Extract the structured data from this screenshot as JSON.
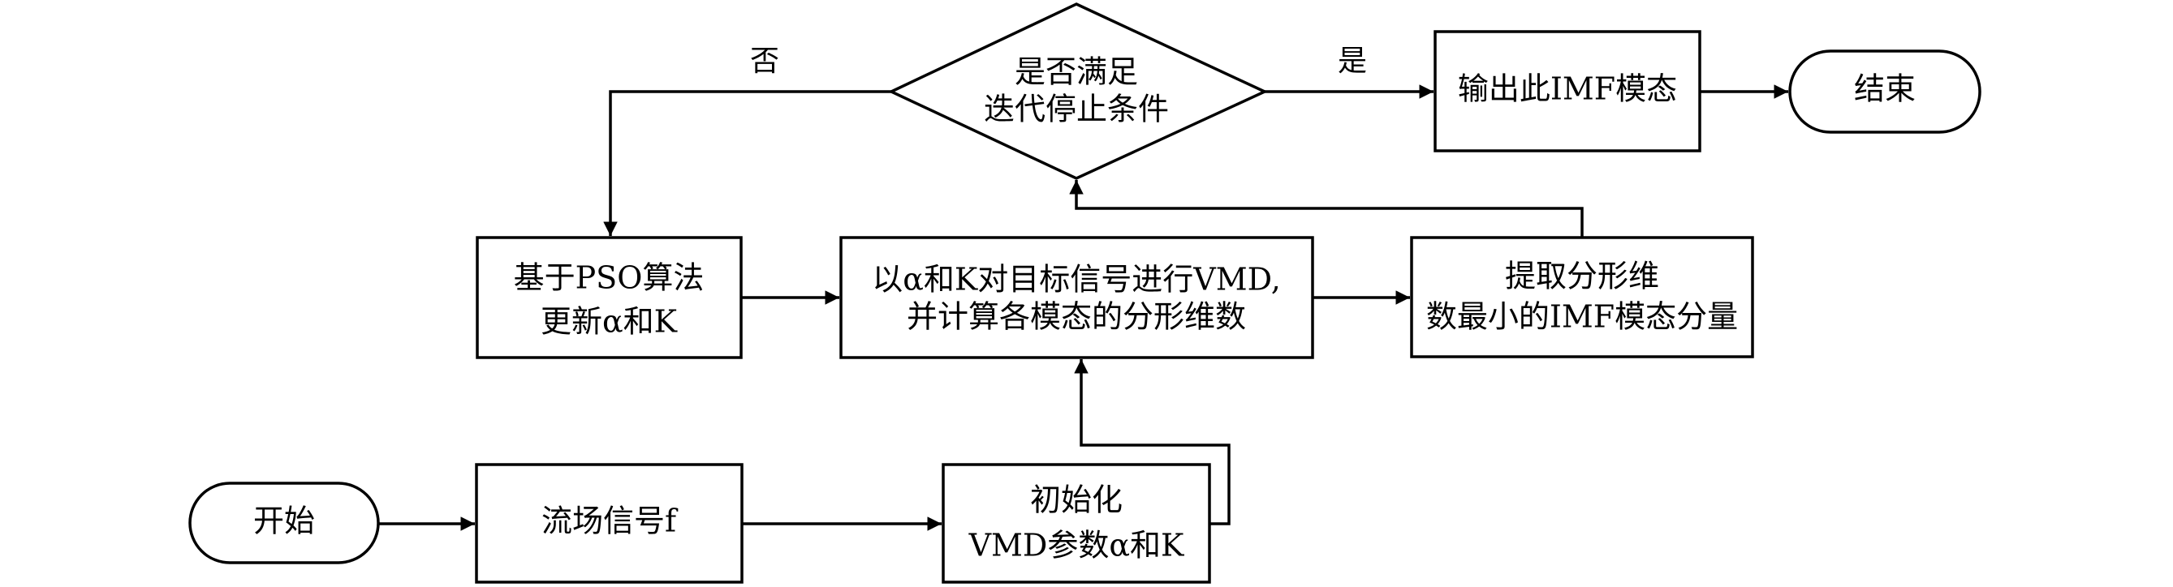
{
  "diagram": {
    "type": "flowchart",
    "nodes": {
      "start": {
        "shape": "terminal",
        "lines": [
          "开始"
        ]
      },
      "signal": {
        "shape": "process",
        "lines": [
          "流场信号f"
        ]
      },
      "init": {
        "shape": "process",
        "lines": [
          "初始化",
          "VMD参数α和K"
        ]
      },
      "vmd": {
        "shape": "process",
        "lines": [
          "以α和K对目标信号进行VMD,",
          "并计算各模态的分形维数"
        ]
      },
      "extract": {
        "shape": "process",
        "lines": [
          "提取分形维",
          "数最小的IMF模态分量"
        ]
      },
      "decision": {
        "shape": "decision",
        "lines": [
          "是否满足",
          "迭代停止条件"
        ]
      },
      "pso": {
        "shape": "process",
        "lines": [
          "基于PSO算法",
          "更新α和K"
        ]
      },
      "output": {
        "shape": "process",
        "lines": [
          "输出此IMF模态"
        ]
      },
      "end": {
        "shape": "terminal",
        "lines": [
          "结束"
        ]
      }
    },
    "branch_labels": {
      "no": "否",
      "yes": "是"
    },
    "edges": [
      {
        "from": "start",
        "to": "signal"
      },
      {
        "from": "signal",
        "to": "init"
      },
      {
        "from": "init",
        "to": "vmd"
      },
      {
        "from": "vmd",
        "to": "extract"
      },
      {
        "from": "extract",
        "to": "decision"
      },
      {
        "from": "decision",
        "to": "output",
        "label": "是"
      },
      {
        "from": "decision",
        "to": "pso",
        "label": "否"
      },
      {
        "from": "pso",
        "to": "vmd"
      },
      {
        "from": "output",
        "to": "end"
      }
    ]
  }
}
